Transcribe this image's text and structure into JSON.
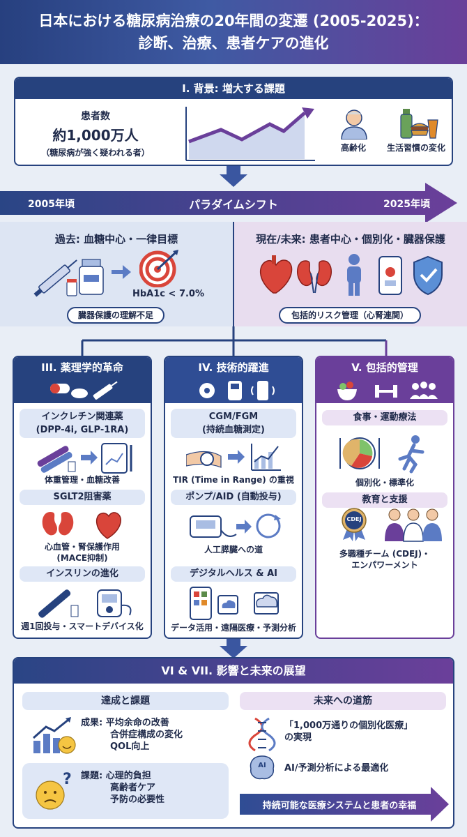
{
  "title": {
    "line1": "日本における糖尿病治療の20年間の変遷 (2005-2025)：",
    "line2": "診断、治療、患者ケアの進化"
  },
  "background": {
    "heading": "I. 背景: 増大する課題",
    "patients_label": "患者数",
    "patients_value": "約1,000万人",
    "patients_note": "（糖尿病が強く疑われる者）",
    "aging": "高齢化",
    "lifestyle": "生活習慣の変化"
  },
  "paradigm": {
    "start": "2005年頃",
    "label": "パラダイムシフト",
    "end": "2025年頃"
  },
  "past": {
    "heading": "過去: 血糖中心・一律目標",
    "target": "HbA1c < 7.0%",
    "note": "臓器保護の理解不足"
  },
  "present": {
    "heading": "現在/未来: 患者中心・個別化・臓器保護",
    "note": "包括的リスク管理（心腎連関）"
  },
  "pharma": {
    "heading": "III. 薬理学的革命",
    "incretin": "インクレチン関連薬",
    "incretin_sub": "(DPP-4i, GLP-1RA)",
    "incretin_effect": "体重管理・血糖改善",
    "sglt2": "SGLT2阻害薬",
    "sglt2_effect": "心血管・腎保護作用",
    "sglt2_sub": "(MACE抑制)",
    "insulin": "インスリンの進化",
    "insulin_effect": "週1回投与・スマートデバイス化"
  },
  "tech": {
    "heading": "IV. 技術的躍進",
    "cgm": "CGM/FGM",
    "cgm_sub": "(持続血糖測定)",
    "tir": "TIR (Time in Range) の重視",
    "pump": "ポンプ/AID (自動投与)",
    "pump_effect": "人工膵臓への道",
    "digital": "デジタルヘルス & AI",
    "digital_effect": "データ活用・遠隔医療・予測分析"
  },
  "care": {
    "heading": "V. 包括的管理",
    "diet": "食事・運動療法",
    "diet_effect": "個別化・標準化",
    "edu": "教育と支援",
    "cdej_badge": "CDEJ",
    "team_line1": "多職種チーム (CDEJ)・",
    "team_line2": "エンパワーメント"
  },
  "impact": {
    "heading": "VI & VII. 影響と未来の展望",
    "achieve": "達成と課題",
    "result1": "成果: 平均余命の改善",
    "result2": "合併症構成の変化",
    "result3": "QOL向上",
    "issue1": "課題: 心理的負担",
    "issue2": "高齢者ケア",
    "issue3": "予防の必要性",
    "future": "未来への道筋",
    "future1": "「1,000万通りの個別化医療」",
    "future2": "の実現",
    "ai_badge": "AI",
    "future3": "AI/予測分析による最適化",
    "goal": "持続可能な医療システムと患者の幸福"
  },
  "colors": {
    "navy": "#26427e",
    "purple": "#6a3f9a",
    "red": "#d9453a",
    "lightblue": "#dfe7f6",
    "lavender": "#ece1f3"
  }
}
